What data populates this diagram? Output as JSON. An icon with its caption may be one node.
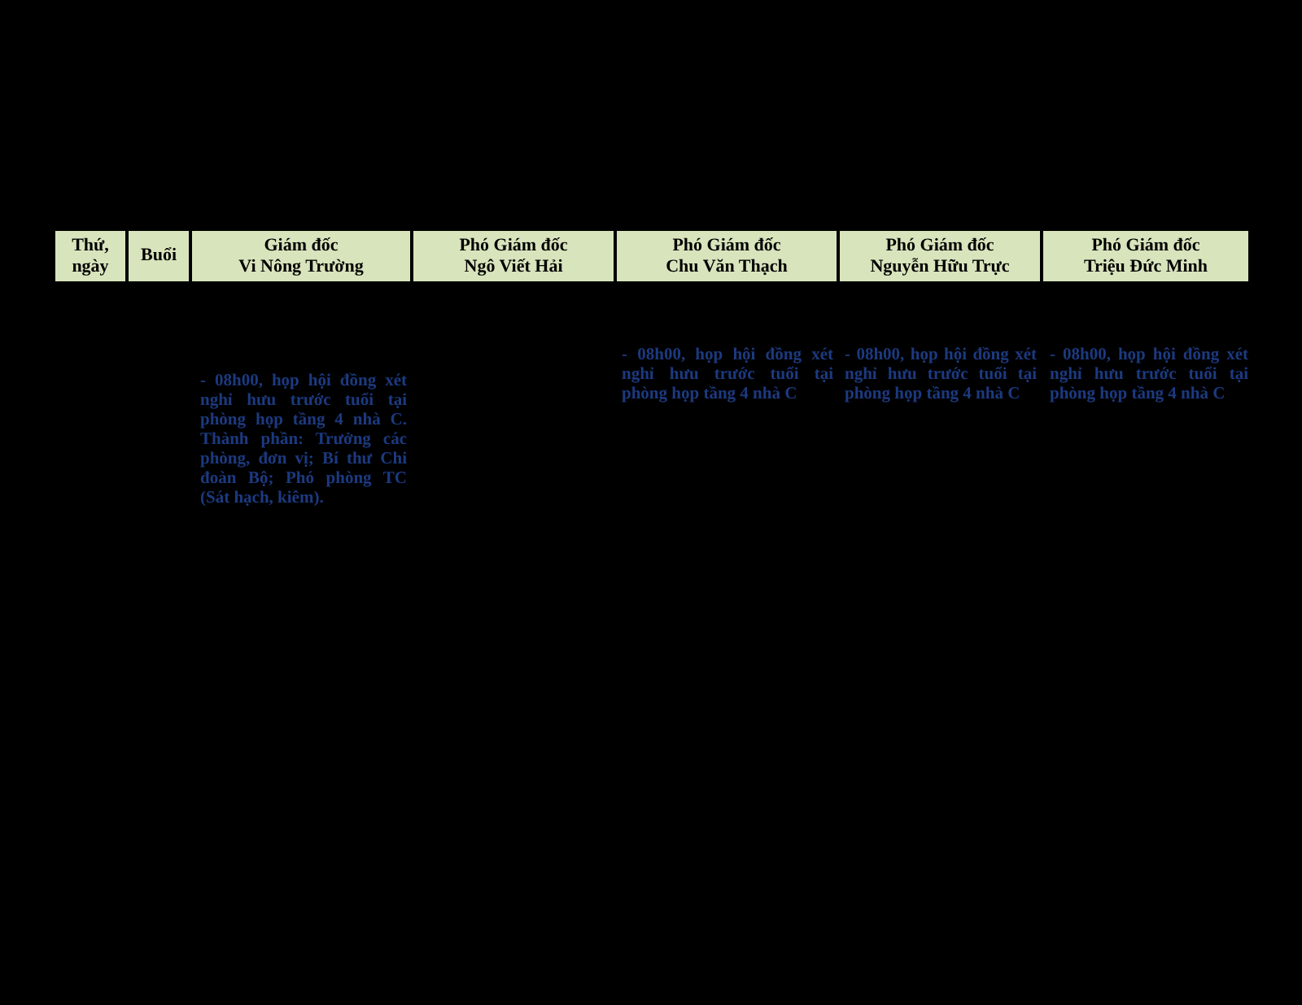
{
  "diagram": {
    "labels": [
      "Thứ, ngày",
      "Buổi",
      "Giám đốc Vi Nông Trường",
      "Phó Giám đốc Ngô Viết Hải",
      "Phó Giám đốc Chu Văn Thạch",
      "Phó Giám đốc Nguyễn Hữu Trực",
      "Phó Giám đốc Triệu Đức Minh",
      "- 08h00, họp hội đồng xét nghỉ hưu trước tuổi tại phòng họp tầng 4 nhà C. Thành phần: Trưởng các phòng, đơn vị; Bí thư Chi đoàn Bộ; Phó phòng TC (Sát hạch, kiêm).",
      "- 08h00, họp hội đồng xét nghỉ hưu trước tuổi tại phòng họp tầng 4 nhà C",
      "- 08h00, họp hội đồng xét nghỉ hưu trước tuổi tại phòng họp tầng 4 nhà C",
      "- 08h00, họp hội đồng xét nghỉ hưu trước tuổi tại phòng họp tầng 4 nhà C"
    ]
  }
}
